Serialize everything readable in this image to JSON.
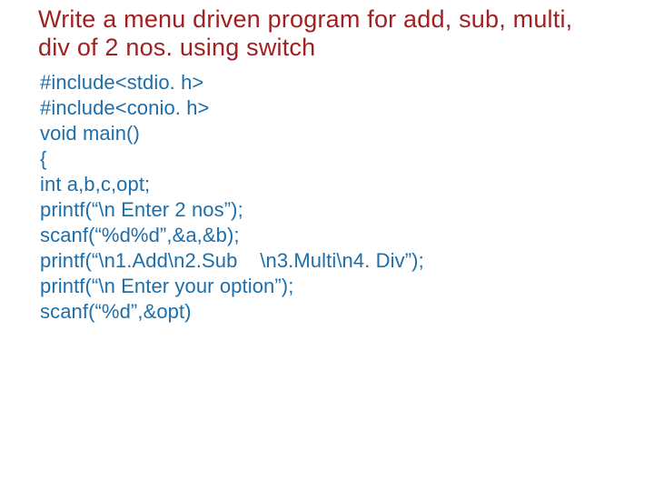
{
  "slide": {
    "kind": "presentation-slide",
    "background_color": "#ffffff",
    "title_color": "#a12123",
    "code_color": "#1e6ea9",
    "title_lines": [
      "Write a menu driven program for add, sub, multi,",
      "div of 2 nos. using switch"
    ],
    "code_lines": [
      "#include<stdio. h>",
      "#include<conio. h>",
      "void main()",
      "{",
      "int a,b,c,opt;",
      "printf(“\\n Enter 2 nos”);",
      "scanf(“%d%d”,&a,&b);",
      "printf(“\\n1.Add\\n2.Sub    \\n3.Multi\\n4. Div”);",
      "printf(“\\n Enter your option”);",
      "scanf(“%d”,&opt)"
    ]
  }
}
